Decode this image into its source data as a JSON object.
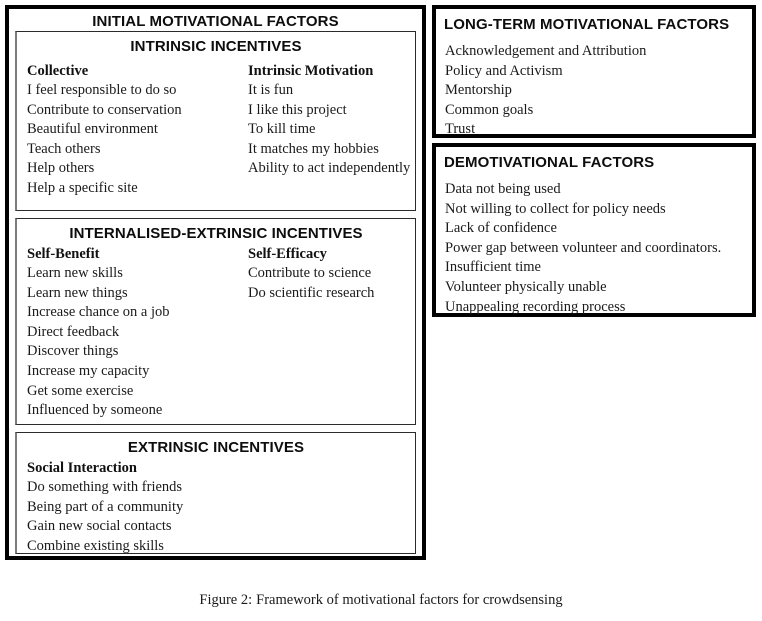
{
  "figure": {
    "caption_label": "Figure 2:",
    "caption_text": "Framework of motivational factors for crowdsensing"
  },
  "left_panel": {
    "title": "INITIAL MOTIVATIONAL FACTORS",
    "boxes": [
      {
        "title": "INTRINSIC INCENTIVES",
        "columns": [
          {
            "heading": "Collective",
            "items": [
              "I feel responsible to do so",
              "Contribute to conservation",
              "Beautiful environment",
              "Teach others",
              "Help others",
              "Help a specific site"
            ]
          },
          {
            "heading": "Intrinsic Motivation",
            "items": [
              "It is fun",
              "I like this project",
              "To kill time",
              "It matches my hobbies",
              "Ability to act independently"
            ]
          }
        ]
      },
      {
        "title": "INTERNALISED-EXTRINSIC INCENTIVES",
        "columns": [
          {
            "heading": "Self-Benefit",
            "items": [
              "Learn new skills",
              "Learn new things",
              "Increase chance on a job",
              "Direct feedback",
              "Discover things",
              "Increase my capacity",
              "Get some exercise",
              "Influenced by someone"
            ]
          },
          {
            "heading": "Self-Efficacy",
            "items": [
              "Contribute to science",
              "Do scientific research"
            ]
          }
        ]
      },
      {
        "title": "EXTRINSIC INCENTIVES",
        "columns": [
          {
            "heading": "Social Interaction",
            "items": [
              "Do something with friends",
              "Being part of a community",
              "Gain new social contacts",
              "Combine existing skills"
            ]
          }
        ]
      }
    ]
  },
  "right_panels": [
    {
      "title": "LONG-TERM MOTIVATIONAL FACTORS",
      "items": [
        "Acknowledgement and Attribution",
        "Policy and Activism",
        "Mentorship",
        "Common goals",
        "Trust"
      ]
    },
    {
      "title": "DEMOTIVATIONAL FACTORS",
      "items": [
        "Data not being used",
        "Not willing to collect for policy needs",
        "Lack of confidence",
        "Power gap between volunteer and coordinators.",
        "Insufficient time",
        "Volunteer physically unable",
        "Unappealing recording process"
      ]
    }
  ],
  "colors": {
    "frame": "#000000",
    "inner_border": "#2b2b2b",
    "inner_border_shadow": "#7d7d7d",
    "text": "#1a1a1a",
    "background": "#ffffff"
  }
}
